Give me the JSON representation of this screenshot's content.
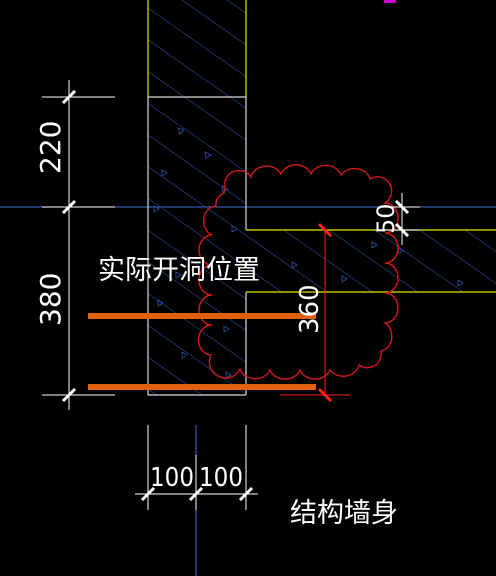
{
  "colors": {
    "background": "#000000",
    "wall_outline": "#d8d8d8",
    "yellow_line": "#e6e600",
    "hatch": "#2a4e9a",
    "axis_line": "#3a6fd0",
    "dimension": "#ffffff",
    "tick": "#ffffff",
    "revision_cloud": "#d21818",
    "opening_marker": "#e06010",
    "red_leader": "#ff2020",
    "magenta_text": "#d000d0"
  },
  "icons": {
    "revision_cloud": "revision-cloud-icon",
    "dimension_tick": "dimension-tick-icon"
  },
  "dimensions": {
    "d220": "220",
    "d380": "380",
    "d360": "360",
    "d50": "50",
    "d100_left": "100",
    "d100_right": "100"
  },
  "annotations": {
    "actual_opening": "实际开洞位置",
    "structural_wall": "结构墙身"
  }
}
